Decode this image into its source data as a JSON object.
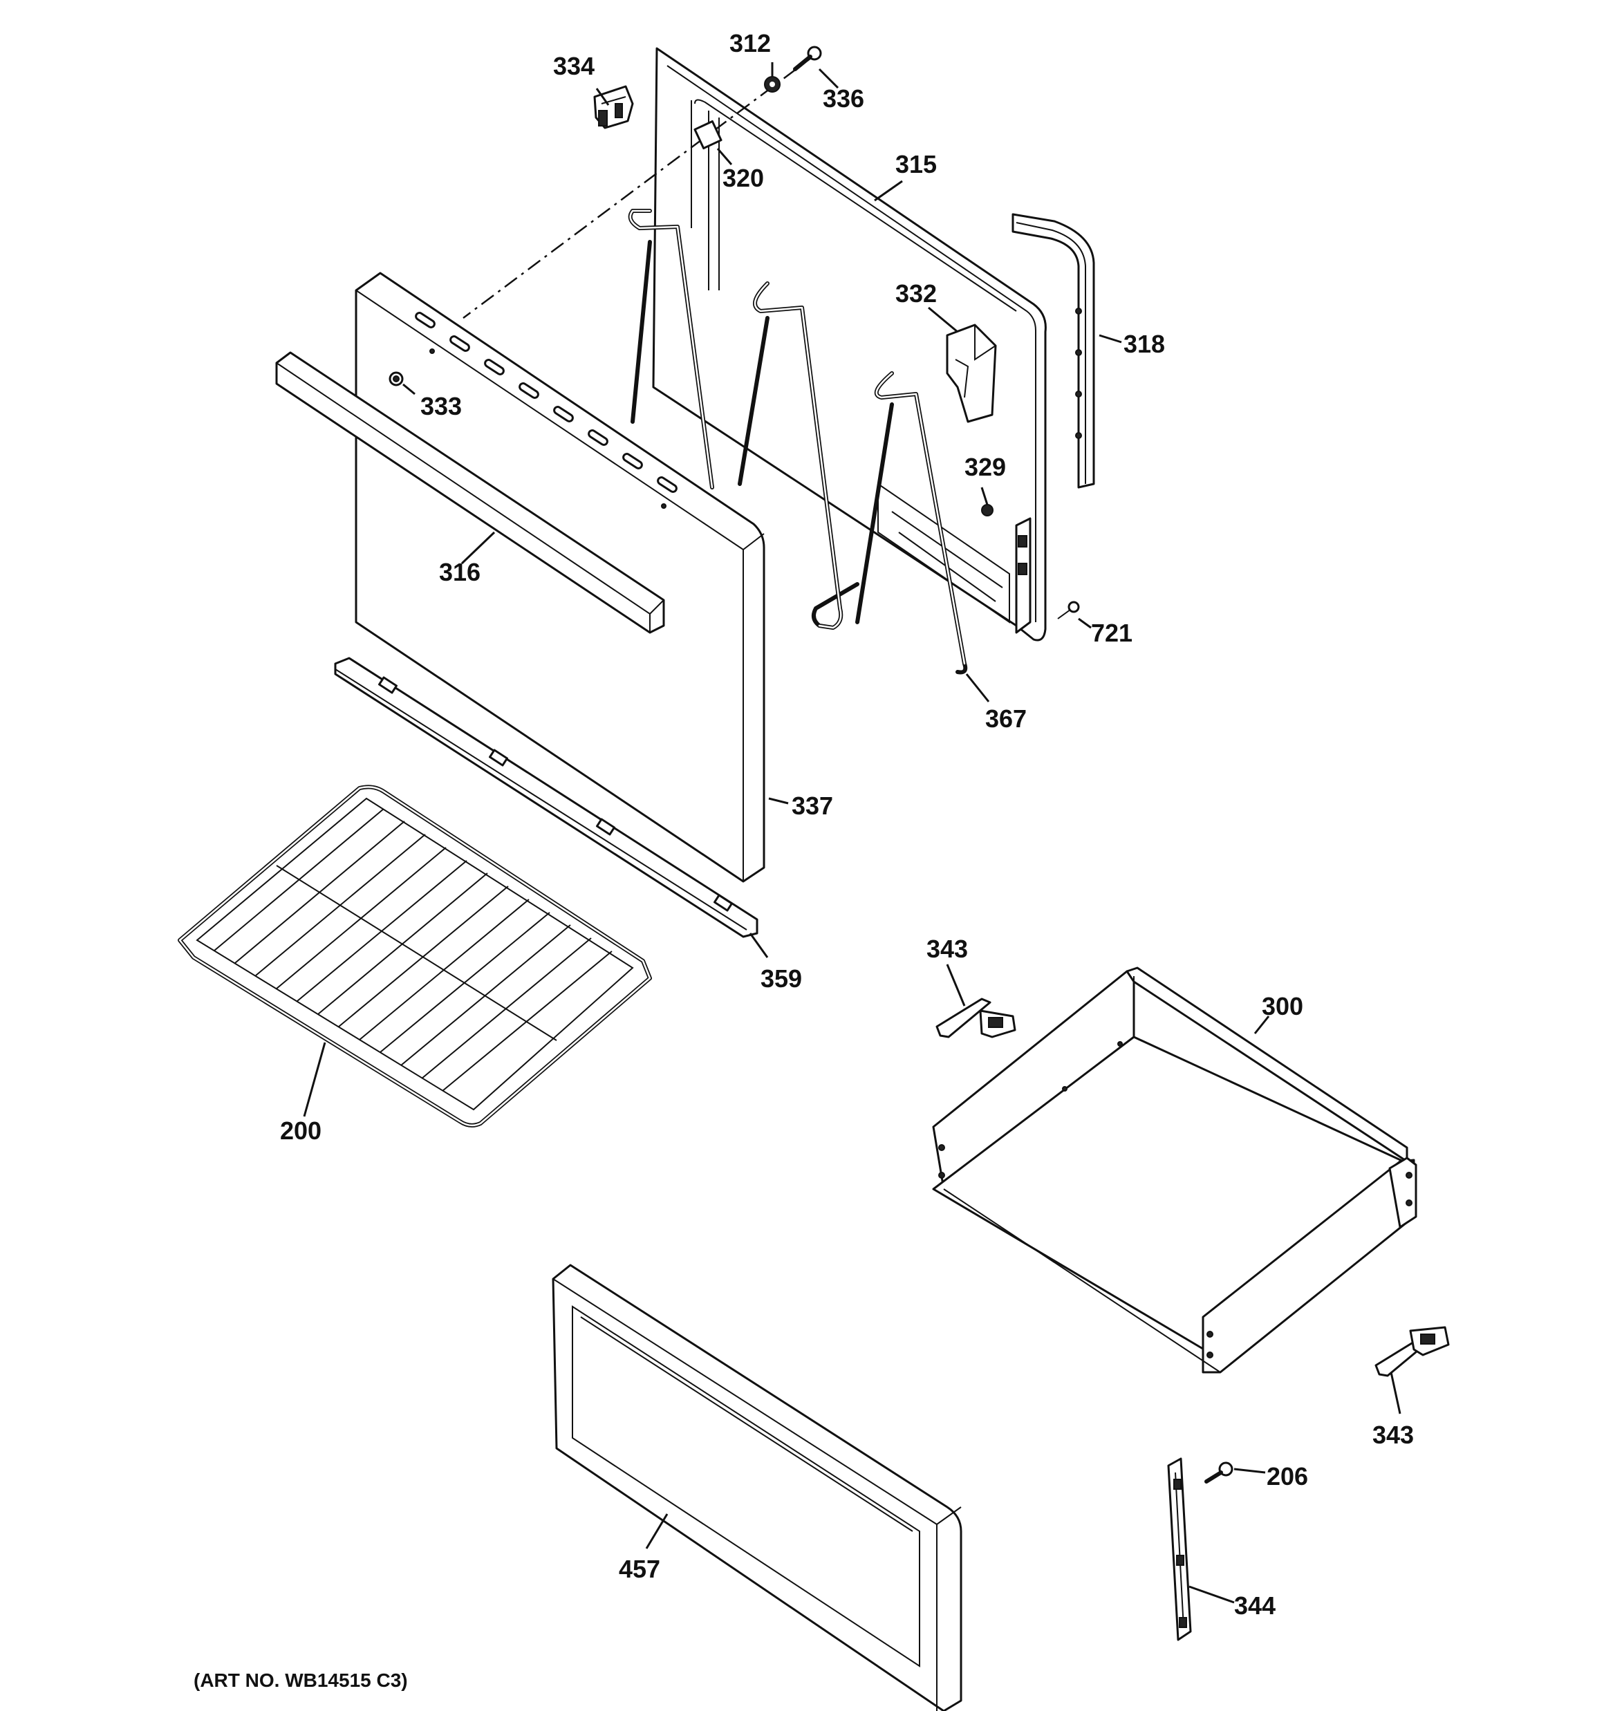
{
  "caption": "(ART NO. WB14515 C3)",
  "callouts": {
    "p200": "200",
    "p206": "206",
    "p300": "300",
    "p312": "312",
    "p315": "315",
    "p316": "316",
    "p318": "318",
    "p320": "320",
    "p329": "329",
    "p332": "332",
    "p333": "333",
    "p334": "334",
    "p336": "336",
    "p337": "337",
    "p343a": "343",
    "p343b": "343",
    "p344": "344",
    "p359": "359",
    "p367": "367",
    "p457": "457",
    "p721": "721"
  }
}
